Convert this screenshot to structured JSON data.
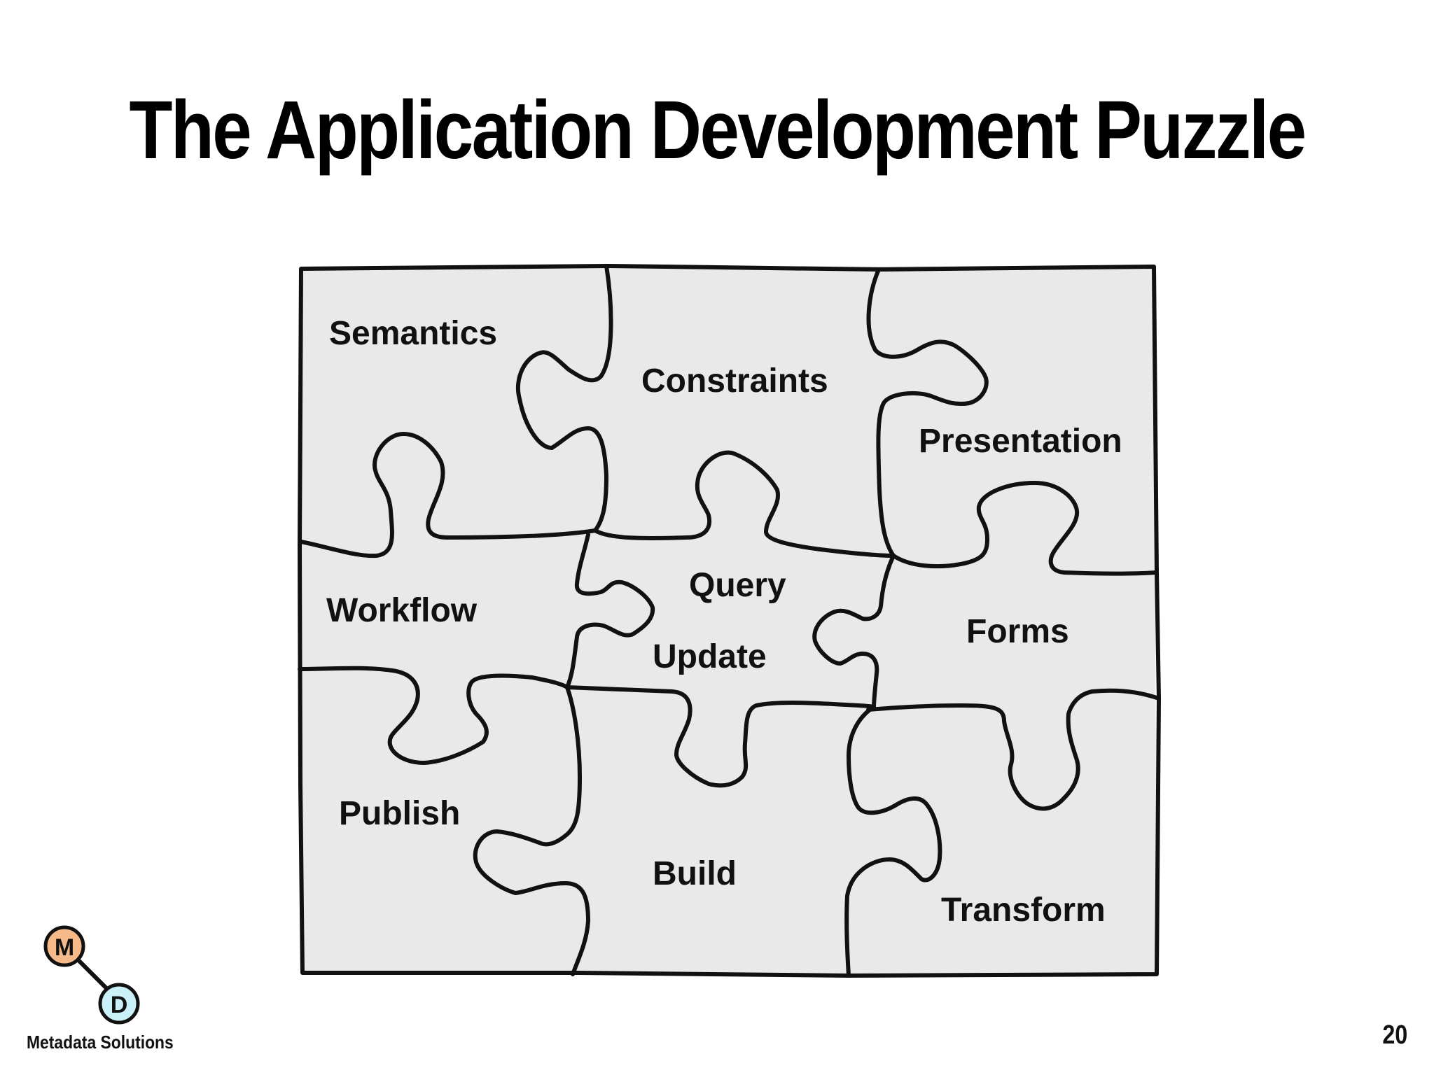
{
  "slide": {
    "title": "The Application Development Puzzle",
    "page_number": "20"
  },
  "pieces": {
    "semantics": "Semantics",
    "constraints": "Constraints",
    "presentation": "Presentation",
    "workflow": "Workflow",
    "query": "Query",
    "update": "Update",
    "forms": "Forms",
    "publish": "Publish",
    "build": "Build",
    "transform": "Transform"
  },
  "logo": {
    "top_letter": "M",
    "bottom_letter": "D",
    "company": "Metadata Solutions",
    "top_color": "#f5b98a",
    "bottom_color": "#c9f1f7"
  }
}
